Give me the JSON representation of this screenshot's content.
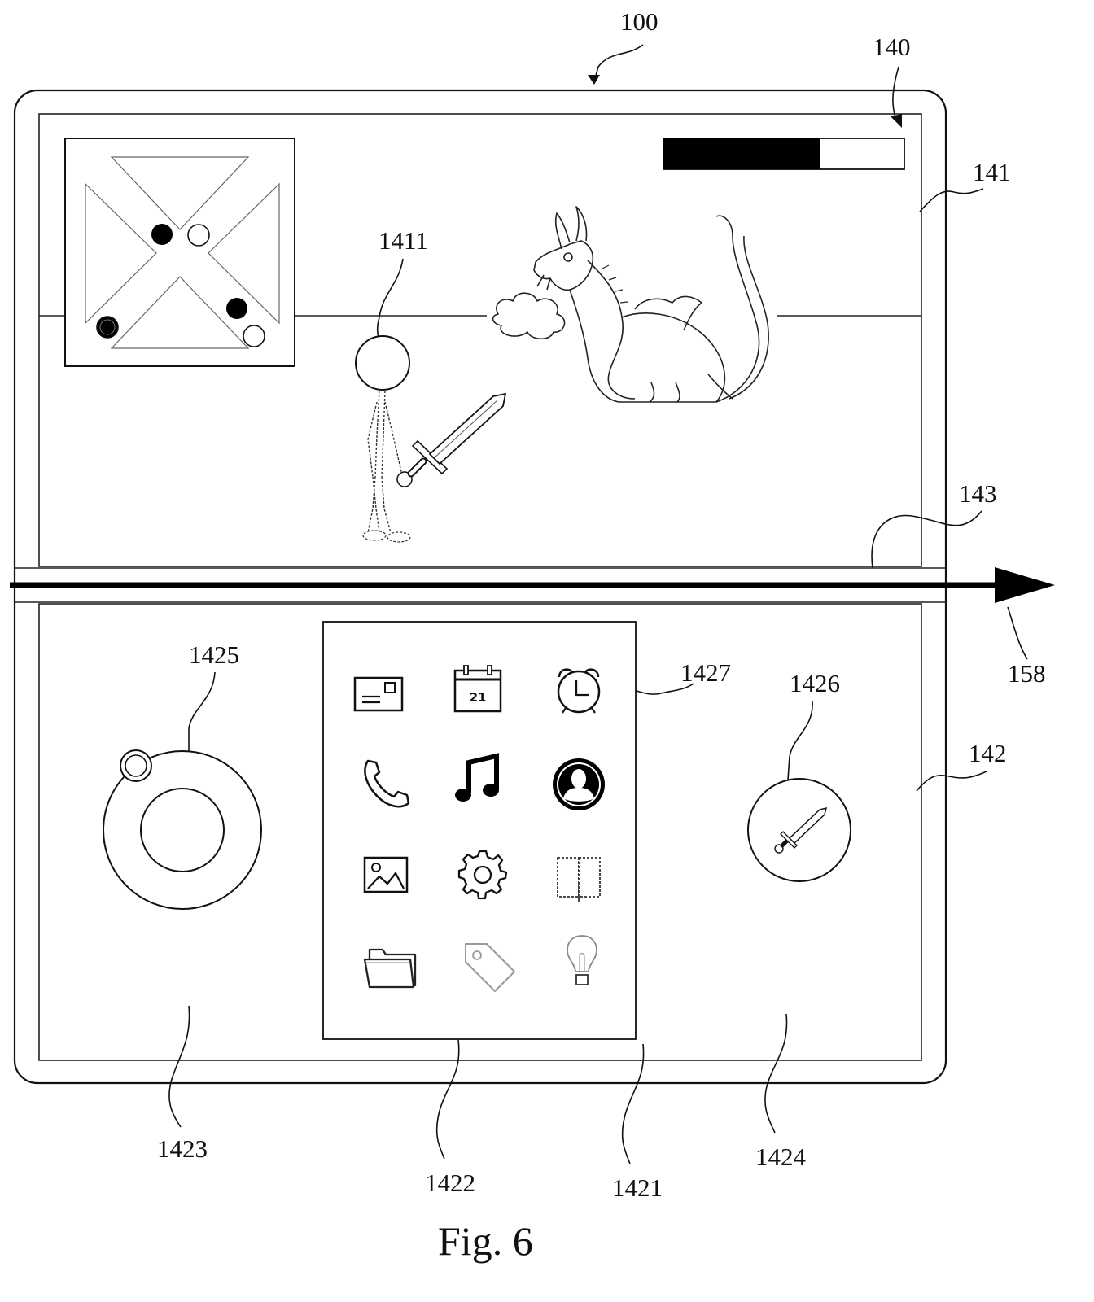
{
  "figure": {
    "caption": "Fig. 6",
    "ref_labels": {
      "device": "100",
      "screen": "140",
      "first_region": "141",
      "second_region": "142",
      "fold_line": "143",
      "fold_axis": "158",
      "character": "1411",
      "app_panel": "1421",
      "app_panel_inner": "1422",
      "left_control_region": "1423",
      "right_control_region": "1424",
      "joystick": "1425",
      "attack_button": "1426",
      "alarm_app": "1427"
    },
    "health_bar_fill": 0.65,
    "calendar_day": "21"
  },
  "colors": {
    "ink": "#111111",
    "background": "#ffffff"
  },
  "app_icons": [
    {
      "name": "mail-icon"
    },
    {
      "name": "calendar-icon"
    },
    {
      "name": "alarm-clock-icon"
    },
    {
      "name": "phone-icon"
    },
    {
      "name": "music-icon"
    },
    {
      "name": "contacts-icon"
    },
    {
      "name": "gallery-icon"
    },
    {
      "name": "settings-gear-icon"
    },
    {
      "name": "book-icon"
    },
    {
      "name": "folder-icon"
    },
    {
      "name": "tag-icon"
    },
    {
      "name": "lightbulb-icon"
    }
  ]
}
